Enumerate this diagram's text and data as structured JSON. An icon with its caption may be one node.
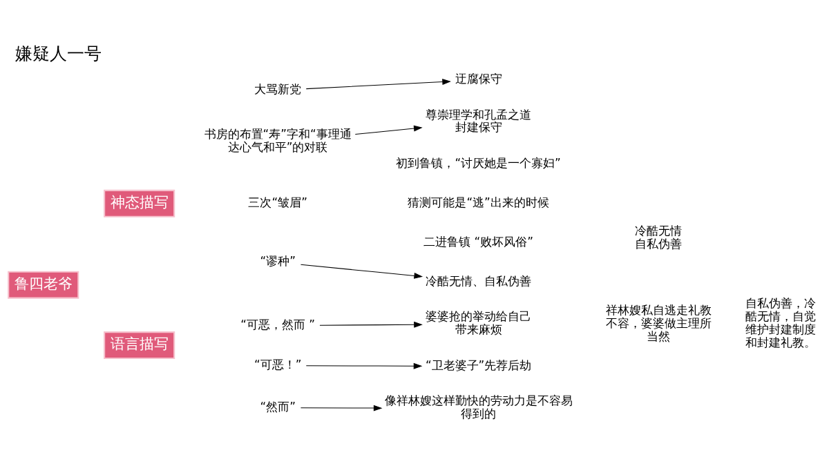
{
  "diagram": {
    "title": "嫌疑人一号",
    "nodes": [
      {
        "text": [
          "鲁四老爷"
        ]
      },
      {
        "text": [
          "神态描写"
        ]
      },
      {
        "text": [
          "语言描写"
        ]
      },
      {
        "text": [
          "大骂新党"
        ]
      },
      {
        "text": [
          "迂腐保守"
        ]
      },
      {
        "text": [
          "书房的布置“寿”字和“事理通达心气和平”的对联"
        ]
      },
      {
        "text": [
          "尊崇理学和孔孟之道",
          "封建保守"
        ]
      },
      {
        "text": [
          "三次“皱眉”"
        ]
      },
      {
        "text": [
          "初到鲁镇，“讨厌她是一个寡妇”"
        ]
      },
      {
        "text": [
          "猜测可能是“逃”出来的时候"
        ]
      },
      {
        "text": [
          "二进鲁镇 “败坏风俗”"
        ]
      },
      {
        "text": [
          "冷酷无情",
          "自私伪善"
        ]
      },
      {
        "text": [
          "“谬种”"
        ]
      },
      {
        "text": [
          "冷酷无情、自私伪善"
        ]
      },
      {
        "text": [
          "“可恶，然而 ”"
        ]
      },
      {
        "text": [
          "婆婆抢的举动给自己带来麻烦"
        ]
      },
      {
        "text": [
          "祥林嫂私自逃走礼教不容，婆婆做主理所当然"
        ]
      },
      {
        "text": [
          "“可恶！”"
        ]
      },
      {
        "text": [
          "“卫老婆子”先荐后劫"
        ]
      },
      {
        "text": [
          "“然而”"
        ]
      },
      {
        "text": [
          "像祥林嫂这样勤快的劳动力是不容易得到的"
        ]
      },
      {
        "text": [
          "自私伪善，冷酷无情，自觉维护封建制度和封建礼教。"
        ]
      }
    ],
    "edges": [
      {
        "from": 3,
        "to": 4,
        "arrow": "to"
      },
      {
        "from": 5,
        "to": 6,
        "arrow": "to"
      },
      {
        "from": 12,
        "to": 13,
        "arrow": "to"
      },
      {
        "from": 14,
        "to": 15,
        "arrow": "to"
      },
      {
        "from": 17,
        "to": 18,
        "arrow": "to"
      },
      {
        "from": 19,
        "to": 20,
        "arrow": "to"
      }
    ]
  }
}
